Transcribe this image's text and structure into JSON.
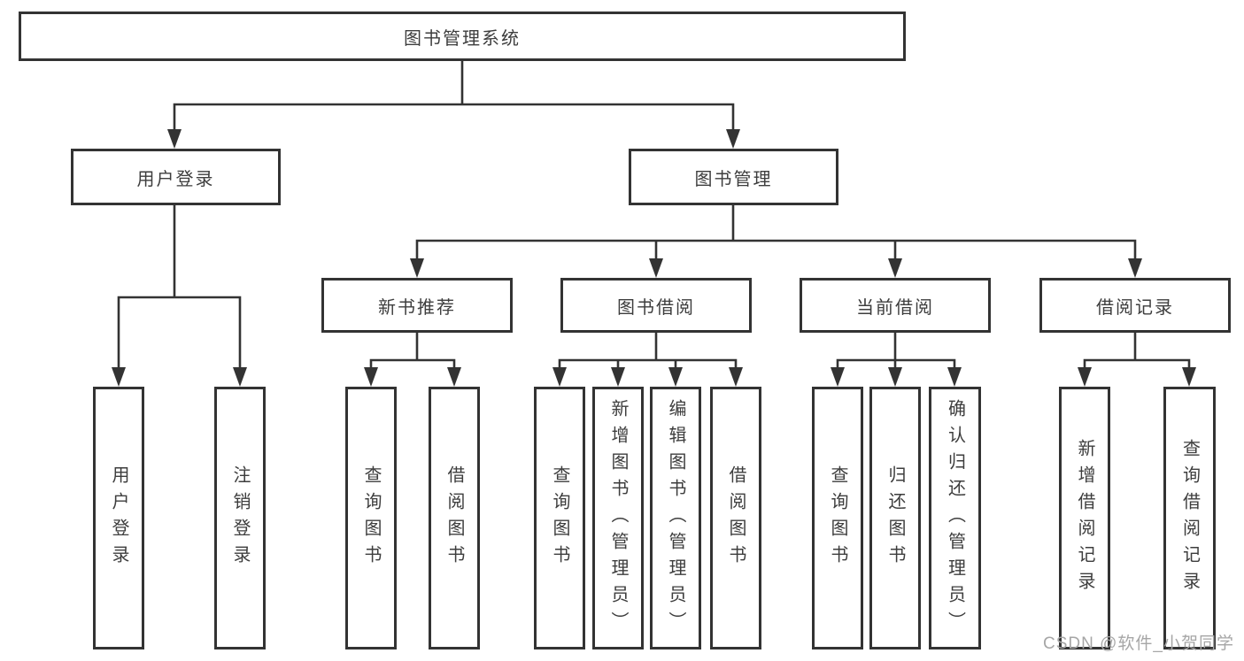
{
  "diagram_type": "hierarchy-tree",
  "tree": {
    "root": "图书管理系统",
    "children": [
      {
        "label": "用户登录",
        "children": [
          "用户登录",
          "注销登录"
        ]
      },
      {
        "label": "图书管理",
        "children": [
          {
            "label": "新书推荐",
            "children": [
              "查询图书",
              "借阅图书"
            ]
          },
          {
            "label": "图书借阅",
            "children": [
              "查询图书",
              "新增图书（管理员）",
              "编辑图书（管理员）",
              "借阅图书"
            ]
          },
          {
            "label": "当前借阅",
            "children": [
              "查询图书",
              "归还图书",
              "确认归还（管理员）"
            ]
          },
          {
            "label": "借阅记录",
            "children": [
              "新增借阅记录",
              "查询借阅记录"
            ]
          }
        ]
      }
    ]
  },
  "watermark": {
    "text": "CSDN @软件_小贺同学"
  },
  "colors": {
    "line": "#333333",
    "box_border": "#333333",
    "text": "#3d3d3d",
    "watermark": "#a6a6a6",
    "background": "#ffffff"
  }
}
